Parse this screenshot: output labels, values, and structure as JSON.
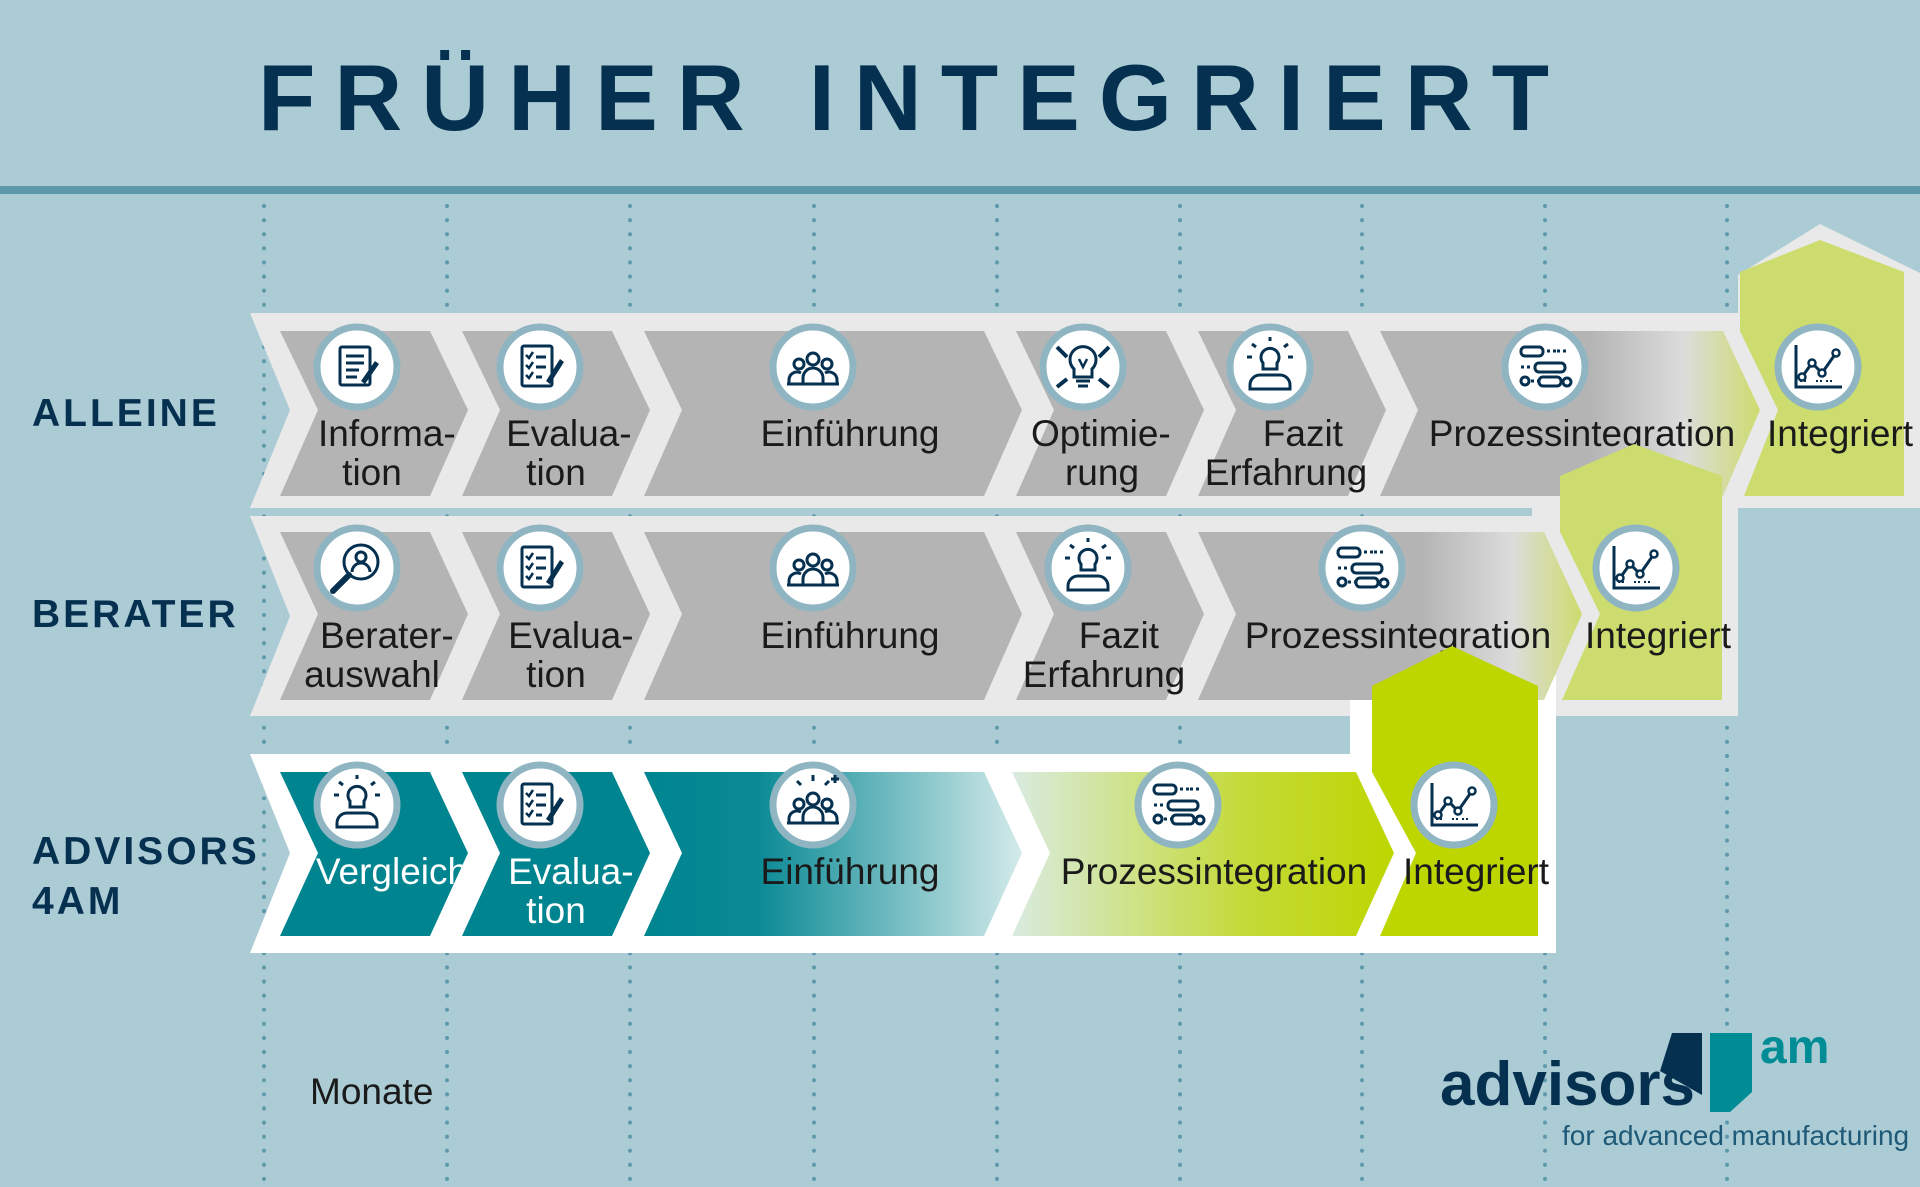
{
  "title": "FRÜHER INTEGRIERT",
  "axis_label": "Monate",
  "logo": {
    "word": "advisors",
    "suffix": "am",
    "tagline": "for advanced manufacturing"
  },
  "colors": {
    "background": "#acccd5",
    "navy": "#06304f",
    "teal": "#008c95",
    "lime": "#bed600",
    "grey_step": "#b4b4b4",
    "frame_light": "#e9e9e9"
  },
  "rows": [
    {
      "label": "ALLEINE",
      "steps": [
        {
          "label": "Information",
          "lines": [
            "Informa-",
            "tion"
          ],
          "icon": "document-icon"
        },
        {
          "label": "Evaluation",
          "lines": [
            "Evalua-",
            "tion"
          ],
          "icon": "checklist-icon"
        },
        {
          "label": "Einführung",
          "lines": [
            "Einführung"
          ],
          "icon": "team-icon"
        },
        {
          "label": "Optimierung",
          "lines": [
            "Optimie-",
            "rung"
          ],
          "icon": "lightbulb-tools-icon"
        },
        {
          "label": "Fazit Erfahrung",
          "lines": [
            "Fazit",
            "Erfahrung"
          ],
          "icon": "idea-person-icon"
        },
        {
          "label": "Prozessintegration",
          "lines": [
            "Prozessintegration"
          ],
          "icon": "process-flow-icon"
        },
        {
          "label": "Integriert",
          "lines": [
            "Integriert"
          ],
          "icon": "line-chart-icon"
        }
      ]
    },
    {
      "label": "BERATER",
      "steps": [
        {
          "label": "Beraterauswahl",
          "lines": [
            "Berater-",
            "auswahl"
          ],
          "icon": "search-person-icon"
        },
        {
          "label": "Evaluation",
          "lines": [
            "Evalua-",
            "tion"
          ],
          "icon": "checklist-icon"
        },
        {
          "label": "Einführung",
          "lines": [
            "Einführung"
          ],
          "icon": "team-icon"
        },
        {
          "label": "Fazit Erfahrung",
          "lines": [
            "Fazit",
            "Erfahrung"
          ],
          "icon": "idea-person-icon"
        },
        {
          "label": "Prozessintegration",
          "lines": [
            "Prozessintegration"
          ],
          "icon": "process-flow-icon"
        },
        {
          "label": "Integriert",
          "lines": [
            "Integriert"
          ],
          "icon": "line-chart-icon"
        }
      ]
    },
    {
      "label": "ADVISORS 4AM",
      "label_lines": [
        "ADVISORS",
        "4AM"
      ],
      "steps": [
        {
          "label": "Vergleich",
          "lines": [
            "Vergleich"
          ],
          "icon": "idea-person-icon"
        },
        {
          "label": "Evaluation",
          "lines": [
            "Evalua-",
            "tion"
          ],
          "icon": "checklist-icon"
        },
        {
          "label": "Einführung",
          "lines": [
            "Einführung"
          ],
          "icon": "team-spark-icon"
        },
        {
          "label": "Prozessintegration",
          "lines": [
            "Prozessintegration"
          ],
          "icon": "process-flow-icon"
        },
        {
          "label": "Integriert",
          "lines": [
            "Integriert"
          ],
          "icon": "line-chart-icon"
        }
      ]
    }
  ]
}
